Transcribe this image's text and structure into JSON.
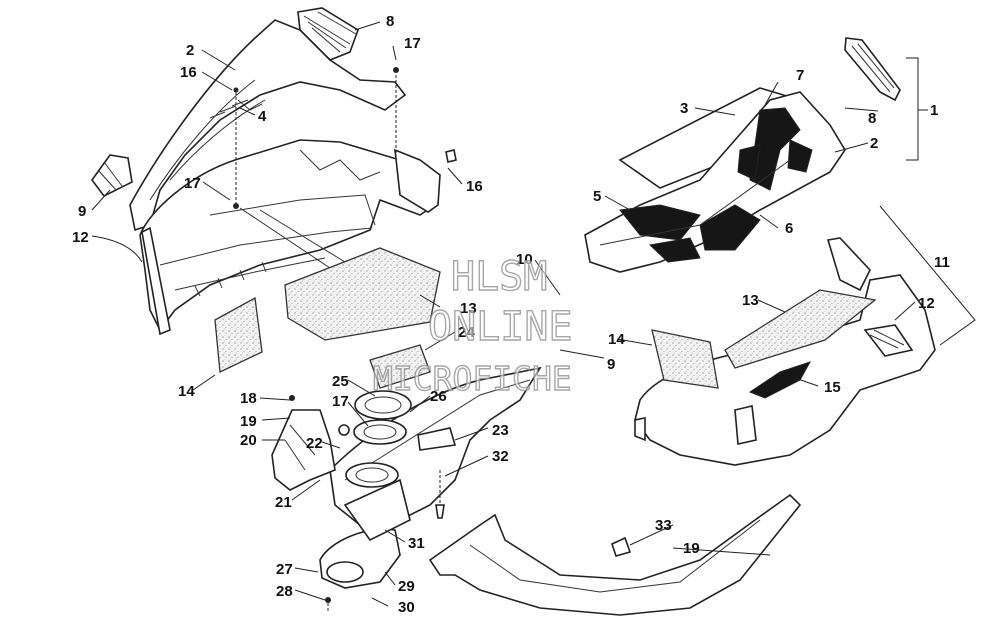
{
  "watermark": {
    "line1": "HLSM",
    "line2": "ONLINE",
    "line3": "MICROFICHE"
  },
  "callouts": [
    "1",
    "2",
    "2",
    "3",
    "4",
    "5",
    "6",
    "7",
    "8",
    "8",
    "9",
    "9",
    "10",
    "11",
    "12",
    "12",
    "13",
    "13",
    "14",
    "14",
    "15",
    "16",
    "16",
    "17",
    "17",
    "17",
    "18",
    "19",
    "19",
    "20",
    "21",
    "22",
    "23",
    "24",
    "25",
    "26",
    "27",
    "28",
    "29",
    "30",
    "31",
    "32",
    "33"
  ]
}
